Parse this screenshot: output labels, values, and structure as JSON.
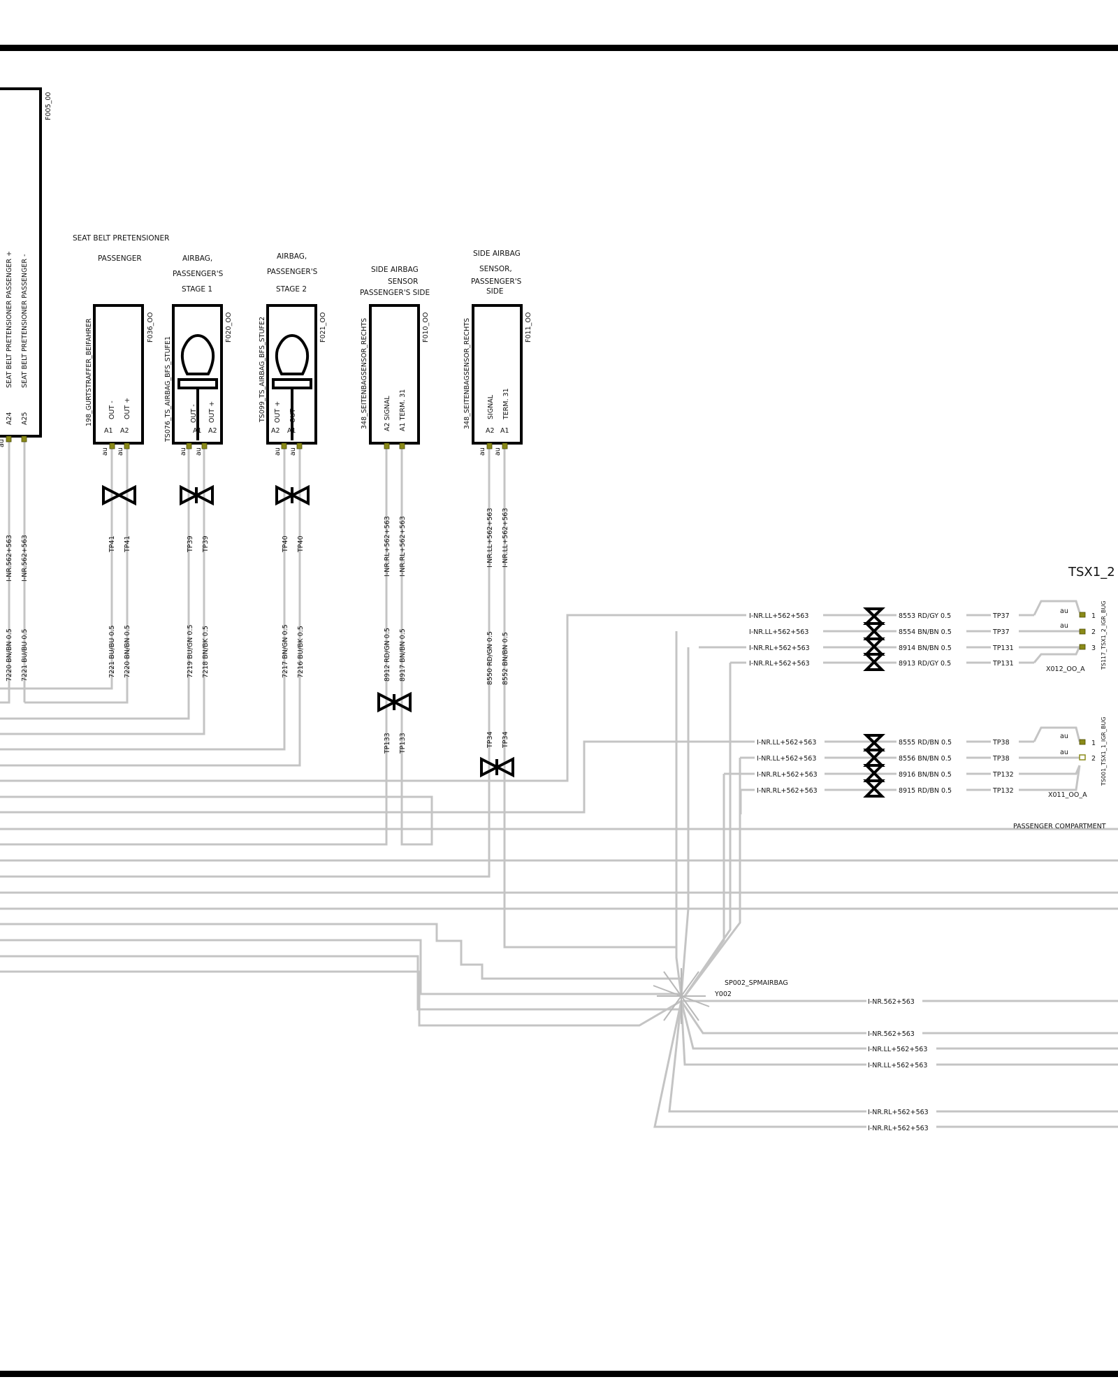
{
  "components": {
    "f005": {
      "ref": "F005_00",
      "pins": [
        {
          "pin": "A24",
          "label": "SEAT BELT PRETENSIONER  PASSENGER  +",
          "tag": "au"
        },
        {
          "pin": "A25",
          "label": "SEAT BELT PRETENSIONER  PASSENGER  -",
          "tag": ""
        }
      ],
      "wires": [
        "7220 BN/BN 0.5",
        "7221 BU/BU 0.5"
      ],
      "harness": [
        "I-NR.562+563",
        "I-NR.562+563"
      ]
    },
    "f036": {
      "title": [
        "SEAT BELT PRETENSIONER",
        "PASSENGER"
      ],
      "ref": "F036_OO",
      "part": "198_GURTSTRAFFER_BEIFAHRER",
      "pin_labels": [
        "OUT  -",
        "OUT  +"
      ],
      "pins": [
        "A1",
        "A2"
      ],
      "tags": [
        "au",
        "au"
      ],
      "tp": [
        "TP41",
        "TP41"
      ],
      "wires": [
        "7221 BU/BU 0.5",
        "7220 BN/BN 0.5"
      ]
    },
    "f020": {
      "title": [
        "AIRBAG,",
        "PASSENGER'S",
        "STAGE 1"
      ],
      "ref": "F020_OO",
      "part": "TS076_TS_AIRBAG_BFS_STUFE1",
      "pin_labels": [
        "OUT  -",
        "OUT  +"
      ],
      "pins": [
        "A1",
        "A2"
      ],
      "tags": [
        "au",
        "au"
      ],
      "tp": [
        "TP39",
        "TP39"
      ],
      "wires": [
        "7219 BU/GN 0.5",
        "7218 BN/BK 0.5"
      ]
    },
    "f021": {
      "title": [
        "AIRBAG,",
        "PASSENGER'S",
        "STAGE 2"
      ],
      "ref": "F021_OO",
      "part": "TS099_TS_AIRBAG_BFS_STUFE2",
      "pin_labels": [
        "OUT  +",
        "OUT  -"
      ],
      "pins": [
        "A2",
        "A1"
      ],
      "tags": [
        "au",
        "au"
      ],
      "tp": [
        "TP40",
        "TP40"
      ],
      "wires": [
        "7217 BN/GN 0.5",
        "7216 BU/BK 0.5"
      ]
    },
    "f010": {
      "title": [
        "SIDE AIRBAG",
        "SENSOR",
        "PASSENGER'S SIDE"
      ],
      "ref": "F010_OO",
      "part": "348_SEITENBAGSENSOR_RECHTS",
      "pin_labels": [
        "A2   SIGNAL",
        "A1   TERM. 31"
      ],
      "harness": [
        "I-NR.RL+562+563",
        "I-NR.RL+562+563"
      ],
      "wires": [
        "8912 RD/GN 0.5",
        "8917 BN/BN 0.5"
      ],
      "tp": [
        "TP133",
        "TP133"
      ]
    },
    "f011": {
      "title": [
        "SIDE AIRBAG",
        "SENSOR,",
        "PASSENGER'S",
        "SIDE"
      ],
      "ref": "F011_OO",
      "part": "348_SEITENBAGSENSOR_RECHTS",
      "pin_labels": [
        "SIGNAL",
        "TERM. 31"
      ],
      "pins": [
        "A2",
        "A1"
      ],
      "tags": [
        "au",
        "au"
      ],
      "harness": [
        "I-NR.LL+562+563",
        "I-NR.LL+562+563"
      ],
      "wires": [
        "8550 RD/GN 0.5",
        "8552 BN/BN 0.5"
      ],
      "tp": [
        "TP34",
        "TP34"
      ]
    }
  },
  "connectors": {
    "title": "TSX1_2",
    "x012": {
      "ref": "X012_OO_A",
      "part": "TS117_TSX1_2_IGR_BUG",
      "rows": [
        {
          "harness": "I-NR.LL+562+563",
          "wire": "8553 RD/GY 0.5",
          "tp": "TP37",
          "pin": "1",
          "tag": "au"
        },
        {
          "harness": "I-NR.LL+562+563",
          "wire": "8554 BN/BN 0.5",
          "tp": "TP37",
          "pin": "2",
          "tag": "au"
        },
        {
          "harness": "I-NR.RL+562+563",
          "wire": "8914 BN/BN 0.5",
          "tp": "TP131",
          "pin": "3",
          "tag": ""
        },
        {
          "harness": "I-NR.RL+562+563",
          "wire": "8913 RD/GY 0.5",
          "tp": "TP131",
          "pin": "",
          "tag": ""
        }
      ]
    },
    "x011": {
      "ref": "X011_OO_A",
      "part": "TS001_TSX1_1_IGR_BUG",
      "rows": [
        {
          "harness": "I-NR.LL+562+563",
          "wire": "8555 RD/BN 0.5",
          "tp": "TP38",
          "pin": "1",
          "tag": "au"
        },
        {
          "harness": "I-NR.LL+562+563",
          "wire": "8556 BN/BN 0.5",
          "tp": "TP38",
          "pin": "2",
          "tag": "au"
        },
        {
          "harness": "I-NR.RL+562+563",
          "wire": "8916 BN/BN 0.5",
          "tp": "TP132",
          "pin": "",
          "tag": ""
        },
        {
          "harness": "I-NR.RL+562+563",
          "wire": "8915 RD/BN 0.5",
          "tp": "TP132",
          "pin": "",
          "tag": ""
        }
      ]
    },
    "area_label": "PASSENGER COMPARTMENT"
  },
  "splice": {
    "name": "SP002_SPMAIRBAG",
    "id": "Y002",
    "outputs": [
      "I-NR.562+563",
      "I-NR.562+563",
      "I-NR.LL+562+563",
      "I-NR.LL+562+563",
      "I-NR.RL+562+563",
      "I-NR.RL+562+563"
    ]
  }
}
